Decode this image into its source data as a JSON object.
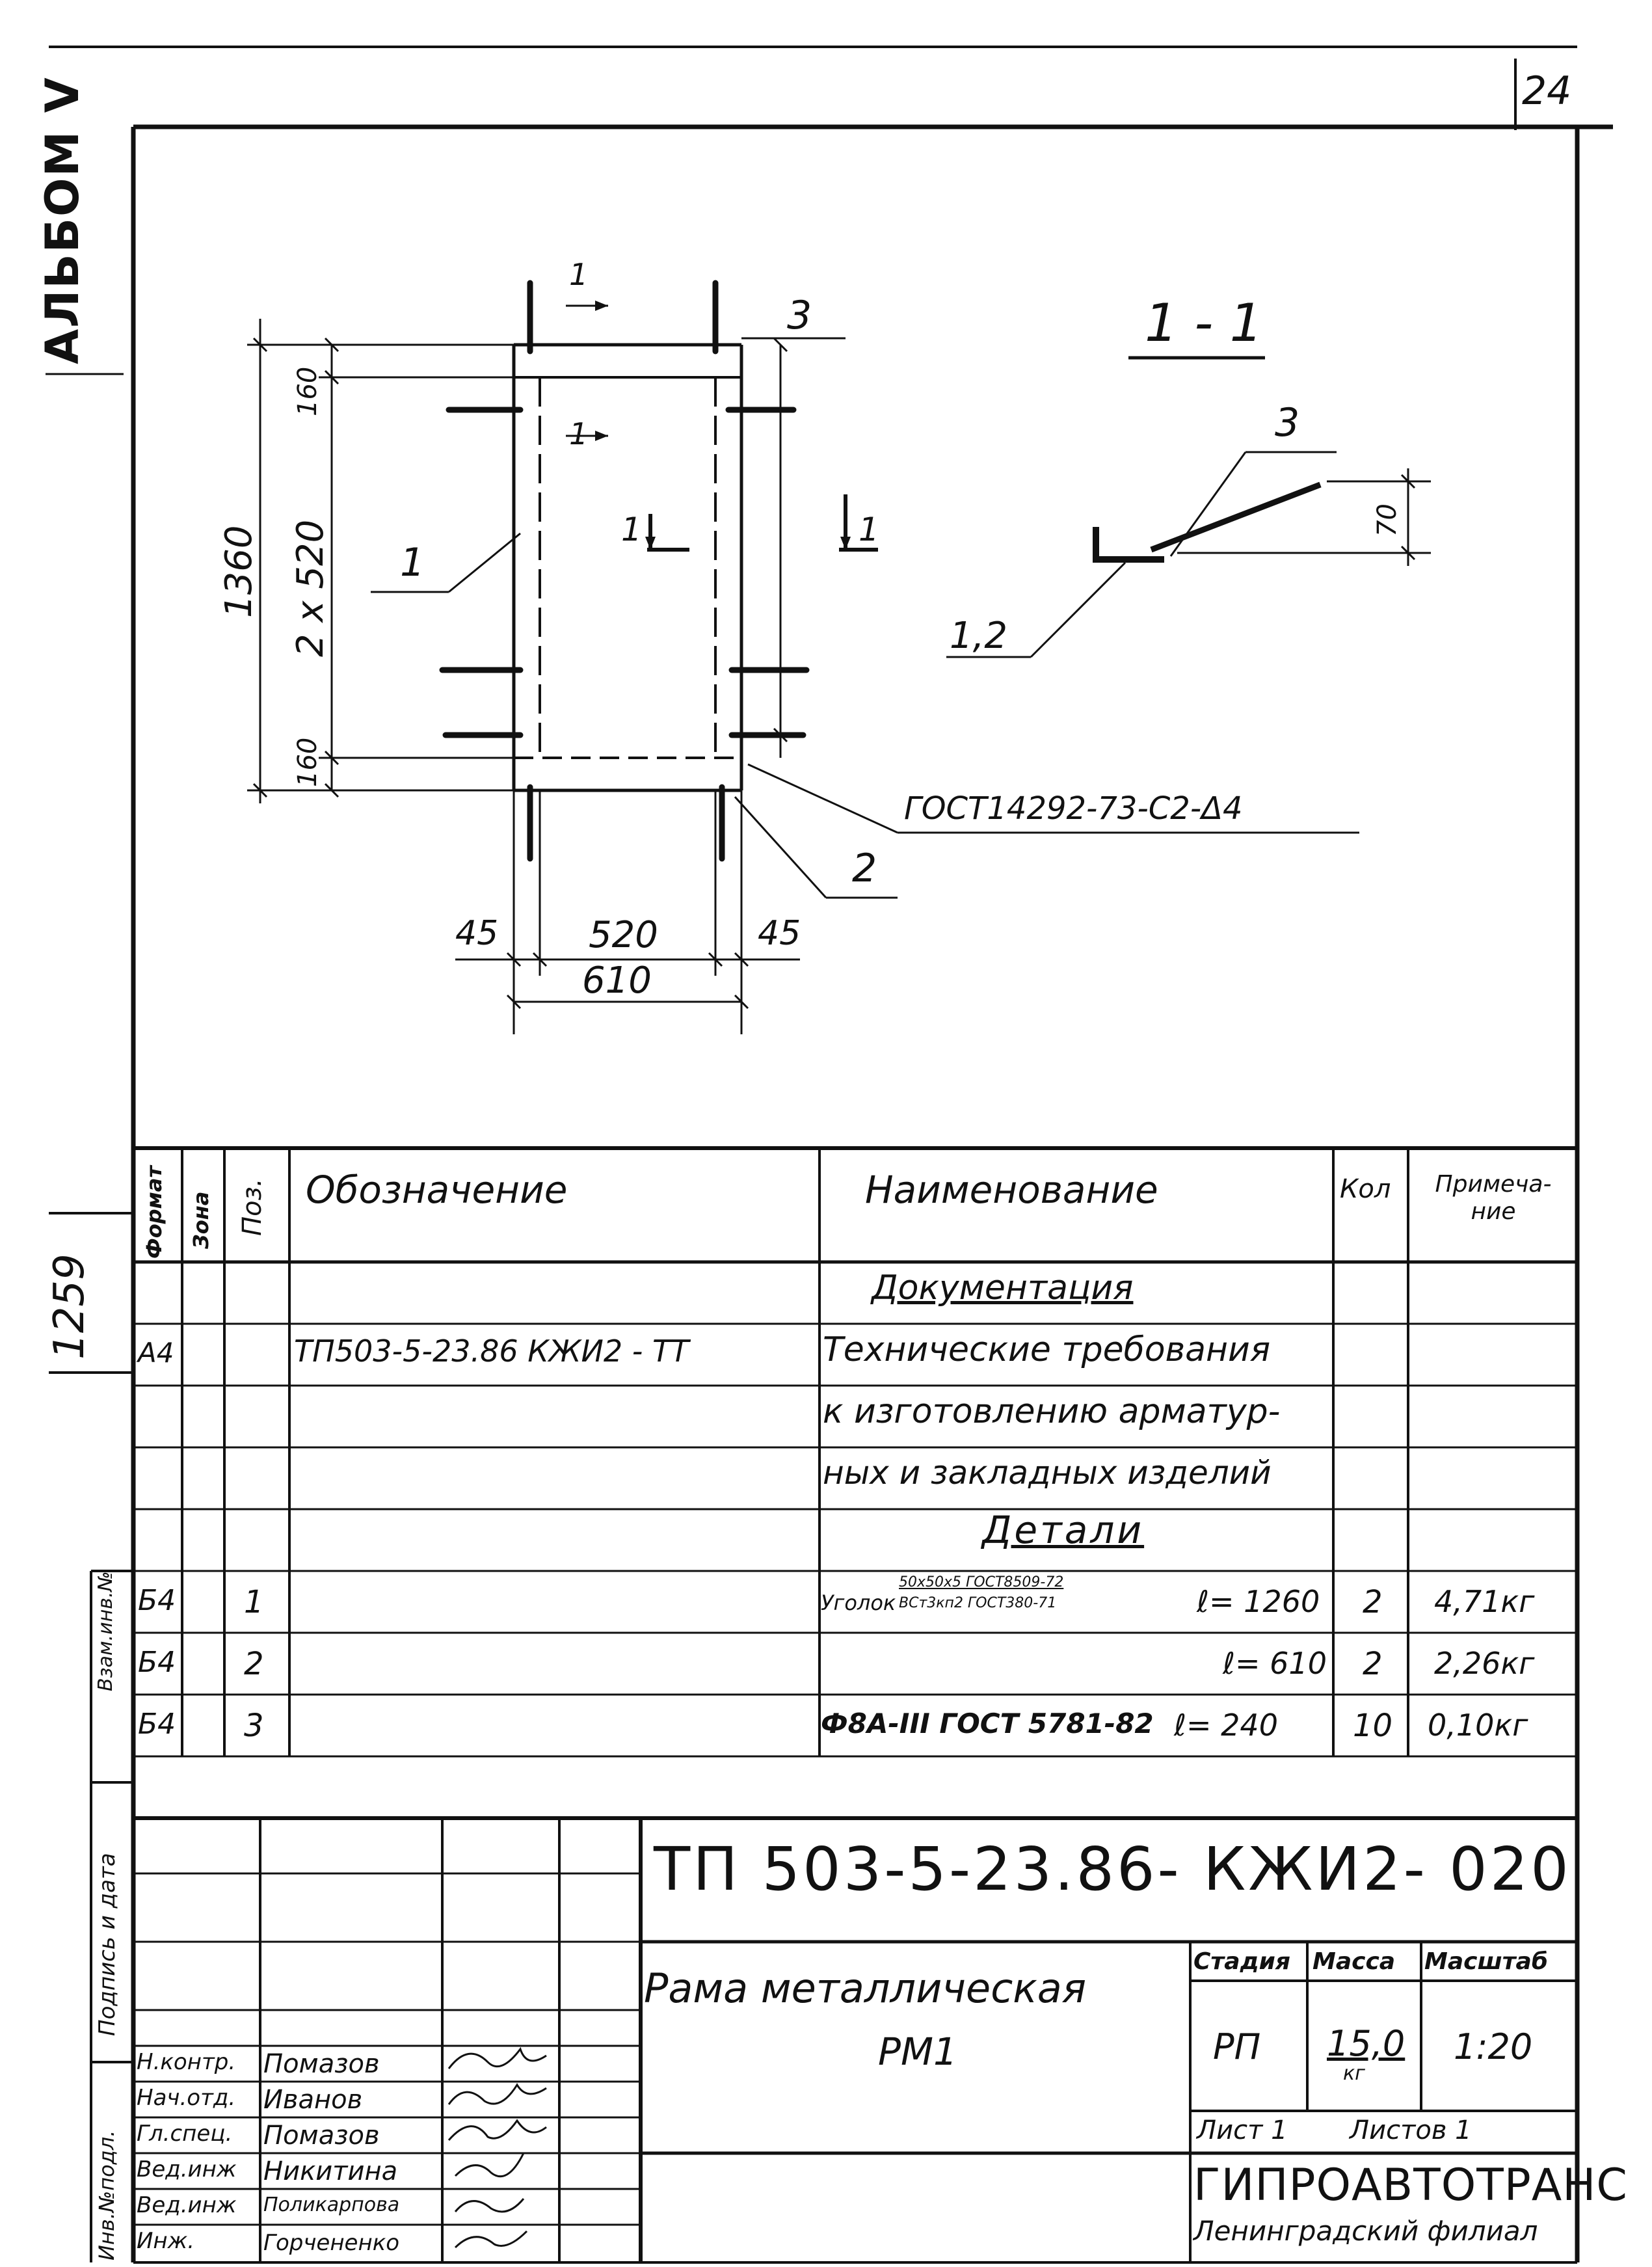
{
  "sheet": {
    "page_number": "24",
    "album": "АЛЬБОМ V",
    "inventory_number": "1259",
    "side_stamp": {
      "inv_orig": "Инв.№подл.",
      "sign_date": "Подпись и дата",
      "inv_replace": "Взам.инв.№"
    }
  },
  "drawing": {
    "section_title": "1 - 1",
    "callouts": {
      "pos1": "1",
      "pos3_top": "3",
      "pos2": "2",
      "pos3_section": "3",
      "pos12": "1,2",
      "cut_a": "1",
      "cut_b": "1",
      "cut_c": "1",
      "cut_d": "1"
    },
    "weld_note": "ГОСТ14292-73-С2-Δ4",
    "dims": {
      "overall_height": "1360",
      "middle": "2 x 520",
      "top_end": "160",
      "bottom_end": "160",
      "left_offset": "45",
      "inner_width": "520",
      "right_offset": "45",
      "overall_width": "610",
      "section_height": "70"
    }
  },
  "spec": {
    "headers": {
      "format": "Формат",
      "zone": "Зона",
      "pos": "Поз.",
      "designation": "Обозначение",
      "name": "Наименование",
      "qty": "Кол",
      "note": "Примеча-ние"
    },
    "section_docs": "Документация",
    "doc_row": {
      "format": "А4",
      "designation": "ТП503-5-23.86 КЖИ2 - ТТ",
      "name_lines": [
        "Технические требования",
        "к изготовлению арматур-",
        "ных и закладных изделий"
      ]
    },
    "section_details": "Детали",
    "rows": [
      {
        "format": "Б4",
        "pos": "1",
        "name_prefix": "Уголок",
        "name_top": "50x50x5 ГОСТ8509-72",
        "name_bottom": "ВСт3кп2 ГОСТ380-71",
        "length": "ℓ= 1260",
        "qty": "2",
        "note": "4,71кг"
      },
      {
        "format": "Б4",
        "pos": "2",
        "length": "ℓ= 610",
        "qty": "2",
        "note": "2,26кг"
      },
      {
        "format": "Б4",
        "pos": "3",
        "name": "Ф8А-III ГОСТ 5781-82",
        "length": "ℓ= 240",
        "qty": "10",
        "note": "0,10кг"
      }
    ]
  },
  "title_block": {
    "code": "ТП 503-5-23.86- КЖИ2- 020",
    "name_line1": "Рама металлическая",
    "name_line2": "РМ1",
    "stage_label": "Стадия",
    "mass_label": "Масса",
    "scale_label": "Масштаб",
    "stage": "РП",
    "mass": "15,0",
    "mass_unit": "кг",
    "scale": "1:20",
    "sheet_label": "Лист 1",
    "sheets_label": "Листов 1",
    "org": "ГИПРОАВТОТРАНС",
    "branch": "Ленинградский филиал",
    "signers": [
      {
        "role": "Н.контр.",
        "name": "Помазов"
      },
      {
        "role": "Нач.отд.",
        "name": "Иванов"
      },
      {
        "role": "Гл.спец.",
        "name": "Помазов"
      },
      {
        "role": "Вед.инж",
        "name": "Никитина"
      },
      {
        "role": "Вед.инж",
        "name": "Поликарпова"
      },
      {
        "role": "Инж.",
        "name": "Горчененко"
      }
    ]
  }
}
